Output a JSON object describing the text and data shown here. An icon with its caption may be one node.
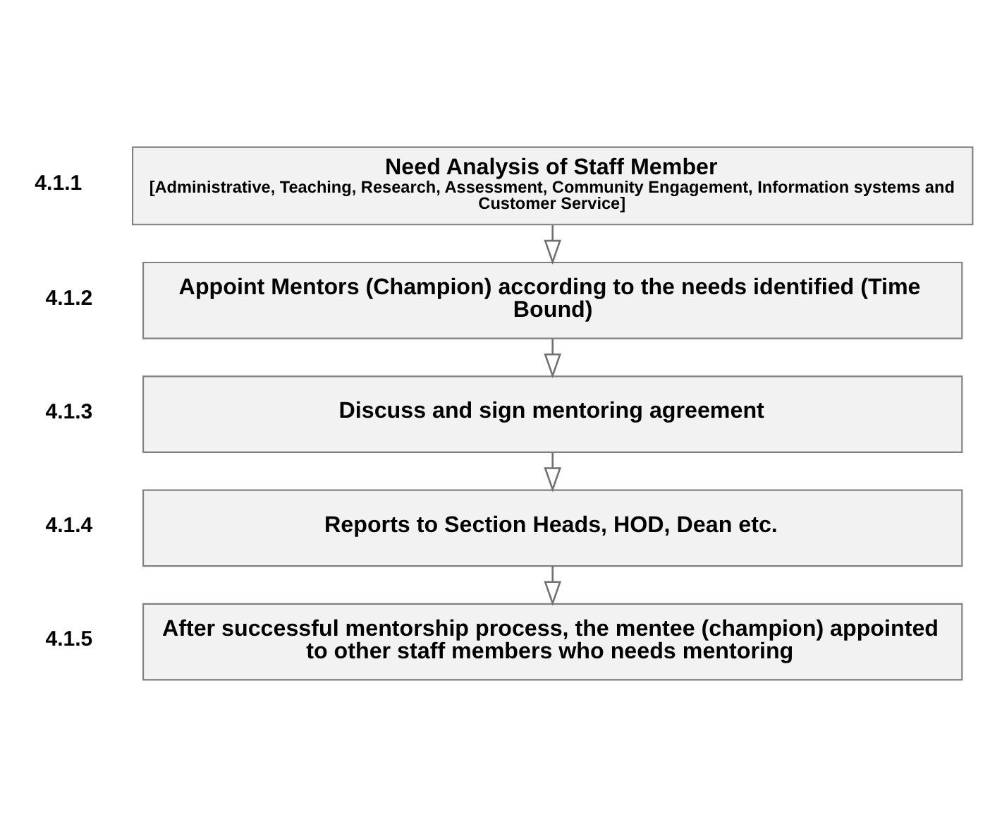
{
  "diagram": {
    "nodes": [
      {
        "text": [
          "Need Analysis of Staff Member",
          "[Administrative, Teaching, Research, Assessment, Community Engagement, Information systems and Customer Service]"
        ],
        "beside": [
          "4.1.1"
        ]
      },
      {
        "text": [
          "Appoint Mentors (Champion) according to the needs identified (Time Bound)"
        ],
        "beside": [
          "4.1.2"
        ]
      },
      {
        "text": [
          "Discuss and sign mentoring agreement"
        ],
        "beside": [
          "4.1.3"
        ]
      },
      {
        "text": [
          "Reports to Section Heads, HOD, Dean etc."
        ],
        "beside": [
          "4.1.4"
        ]
      },
      {
        "text": [
          "After successful mentorship process, the mentee (champion) appointed to other staff members who needs mentoring"
        ],
        "beside": [
          "4.1.5"
        ]
      }
    ],
    "edges": [
      {
        "from": 0,
        "to": 1,
        "arrow": "to"
      },
      {
        "from": 1,
        "to": 2,
        "arrow": "to"
      },
      {
        "from": 2,
        "to": 3,
        "arrow": "to"
      },
      {
        "from": 3,
        "to": 4,
        "arrow": "to"
      }
    ]
  }
}
